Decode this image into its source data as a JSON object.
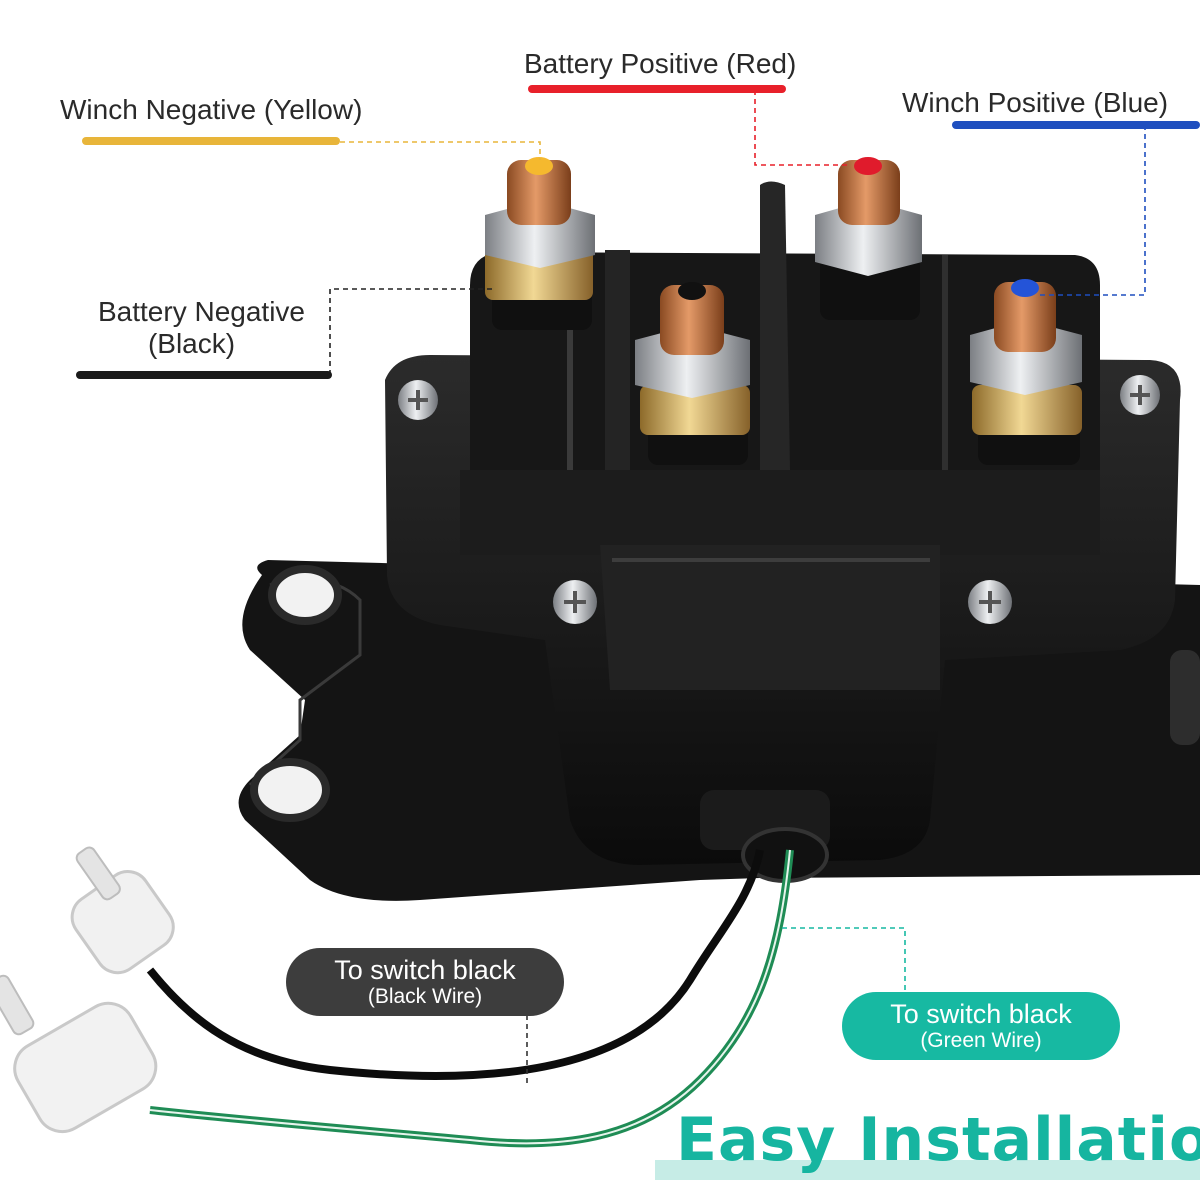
{
  "labels": {
    "battery_positive": "Battery Positive (Red)",
    "winch_negative": "Winch Negative (Yellow)",
    "winch_positive": "Winch Positive (Blue)",
    "battery_negative_line1": "Battery Negative",
    "battery_negative_line2": "(Black)"
  },
  "callouts": {
    "black_wire": {
      "title": "To switch black",
      "subtitle": "(Black Wire)"
    },
    "green_wire": {
      "title": "To switch black",
      "subtitle": "(Green Wire)"
    }
  },
  "headline": "Easy Installation",
  "colors": {
    "red": "#e8202a",
    "yellow": "#e8b53a",
    "blue": "#1f4fbf",
    "black": "#1a1a1a",
    "pill_dark": "#3d3d3d",
    "pill_teal": "#17b9a2",
    "headline": "#16b5a0",
    "headline_bar": "#c6ece6",
    "body": "#161616"
  }
}
